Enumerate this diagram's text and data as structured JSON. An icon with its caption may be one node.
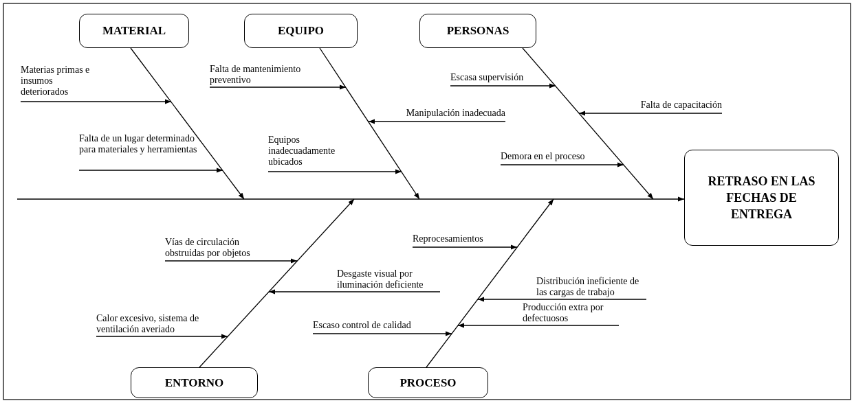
{
  "diagram": {
    "nodes": [
      {
        "text": [
          "MATERIAL"
        ]
      },
      {
        "text": [
          "EQUIPO"
        ]
      },
      {
        "text": [
          "PERSONAS"
        ]
      },
      {
        "text": [
          "ENTORNO"
        ]
      },
      {
        "text": [
          "PROCESO"
        ]
      },
      {
        "text": [
          "RETRASO EN LAS FECHAS DE ENTREGA"
        ]
      },
      {
        "text": [
          "Materias primas e insumos deteriorados"
        ]
      },
      {
        "text": [
          "Falta de un lugar determinado para materiales y herramientas"
        ]
      },
      {
        "text": [
          "Falta de mantenimiento preventivo"
        ]
      },
      {
        "text": [
          "Manipulación inadecuada"
        ]
      },
      {
        "text": [
          "Equipos inadecuadamente ubicados"
        ]
      },
      {
        "text": [
          "Escasa supervisión"
        ]
      },
      {
        "text": [
          "Falta de capacitación"
        ]
      },
      {
        "text": [
          "Demora en el proceso"
        ]
      },
      {
        "text": [
          "Vías de circulación obstruidas por objetos"
        ]
      },
      {
        "text": [
          "Desgaste visual por iluminación deficiente"
        ]
      },
      {
        "text": [
          "Calor excesivo, sistema de ventilación averiado"
        ]
      },
      {
        "text": [
          "Reprocesamientos"
        ]
      },
      {
        "text": [
          "Distribución ineficiente de las cargas de trabajo"
        ]
      },
      {
        "text": [
          "Producción extra por defectuosos"
        ]
      },
      {
        "text": [
          "Escaso control de calidad"
        ]
      }
    ],
    "edges": [
      {
        "from": null,
        "to": 5,
        "arrow": "to"
      },
      {
        "from": 0,
        "to": null,
        "arrow": "to"
      },
      {
        "from": 1,
        "to": null,
        "arrow": "to"
      },
      {
        "from": 2,
        "to": null,
        "arrow": "to"
      },
      {
        "from": 3,
        "to": null,
        "arrow": "to"
      },
      {
        "from": 4,
        "to": null,
        "arrow": "to"
      },
      {
        "from": 6,
        "to": null,
        "arrow": "to"
      },
      {
        "from": 7,
        "to": null,
        "arrow": "to"
      },
      {
        "from": 8,
        "to": null,
        "arrow": "to"
      },
      {
        "from": 9,
        "to": null,
        "arrow": "to"
      },
      {
        "from": 10,
        "to": null,
        "arrow": "to"
      },
      {
        "from": 11,
        "to": null,
        "arrow": "to"
      },
      {
        "from": 12,
        "to": null,
        "arrow": "to"
      },
      {
        "from": 13,
        "to": null,
        "arrow": "to"
      },
      {
        "from": 14,
        "to": null,
        "arrow": "to"
      },
      {
        "from": 15,
        "to": null,
        "arrow": "to"
      },
      {
        "from": 16,
        "to": null,
        "arrow": "to"
      },
      {
        "from": 17,
        "to": null,
        "arrow": "to"
      },
      {
        "from": 18,
        "to": null,
        "arrow": "to"
      },
      {
        "from": 19,
        "to": null,
        "arrow": "to"
      },
      {
        "from": 20,
        "to": null,
        "arrow": "to"
      }
    ]
  }
}
